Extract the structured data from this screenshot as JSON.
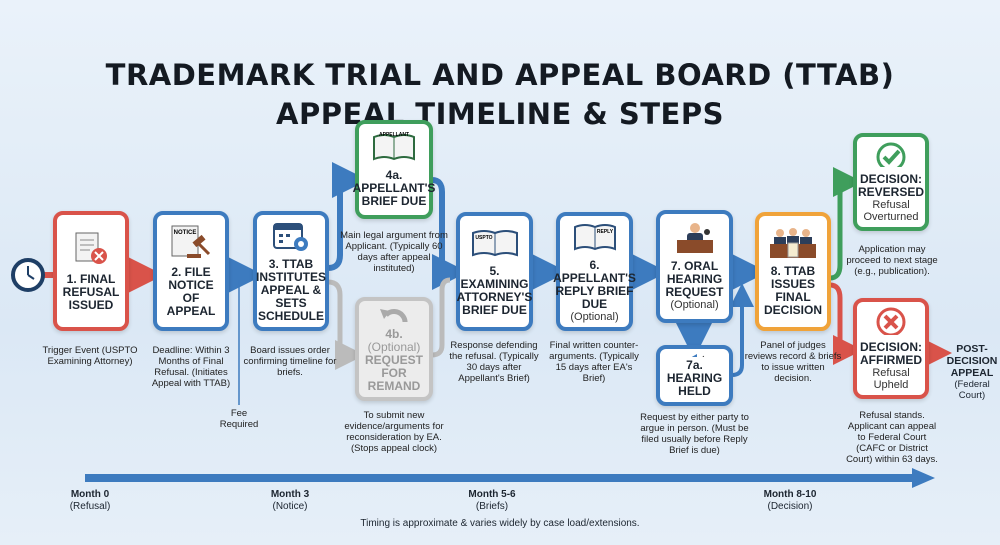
{
  "title": {
    "line1": "TRADEMARK TRIAL AND APPEAL BOARD (TTAB)",
    "line2": "APPEAL TIMELINE & STEPS"
  },
  "steps": {
    "s1": {
      "label": "1. FINAL REFUSAL ISSUED",
      "desc": "Trigger Event (USPTO Examining Attorney)"
    },
    "s2": {
      "label": "2. FILE NOTICE OF APPEAL",
      "icon_text": "NOTICE",
      "desc": "Deadline: Within 3 Months of Final Refusal. (Initiates Appeal with TTAB)"
    },
    "fee": "Fee Required",
    "s3": {
      "label": "3. TTAB INSTITUTES APPEAL & SETS SCHEDULE",
      "desc": "Board issues order confirming timeline for briefs."
    },
    "s4a": {
      "label": "4a. APPELLANT'S BRIEF DUE",
      "icon_text": "APPELLANT",
      "desc": "Main legal argument from Applicant. (Typically 60 days after appeal instituted)"
    },
    "s4b": {
      "num": "4b.",
      "optional": "(Optional)",
      "label": "REQUEST FOR REMAND",
      "desc": "To submit new evidence/arguments for reconsideration by EA. (Stops appeal clock)"
    },
    "s5": {
      "label": "5. EXAMINING ATTORNEY'S BRIEF DUE",
      "icon_text": "USPTO",
      "desc": "Response defending the refusal. (Typically 30 days after Appellant's Brief)"
    },
    "s6": {
      "label": "6. APPELLANT'S REPLY BRIEF DUE",
      "sub": "(Optional)",
      "icon_text": "REPLY",
      "desc": "Final written counter-arguments. (Typically 15 days after EA's Brief)"
    },
    "s7": {
      "label": "7. ORAL HEARING REQUEST",
      "sub": "(Optional)"
    },
    "s7a": {
      "label": "7a. HEARING HELD",
      "desc": "Request by either party to argue in person. (Must be filed usually before Reply Brief is due)"
    },
    "s8": {
      "label": "8. TTAB ISSUES FINAL DECISION",
      "desc": "Panel of judges reviews record & briefs to issue written decision."
    },
    "rev": {
      "label": "DECISION: REVERSED",
      "sub": "Refusal Overturned",
      "desc": "Application may proceed to next stage (e.g., publication)."
    },
    "aff": {
      "label": "DECISION: AFFIRMED",
      "sub": "Refusal Upheld",
      "desc": "Refusal stands. Applicant can appeal to Federal Court (CAFC or District Court) within 63 days."
    },
    "post": {
      "label": "POST-DECISION APPEAL",
      "sub": "(Federal Court)"
    }
  },
  "timeline": [
    {
      "month": "Month 0",
      "note": "(Refusal)"
    },
    {
      "month": "Month 3",
      "note": "(Notice)"
    },
    {
      "month": "Month 5-6",
      "note": "(Briefs)"
    },
    {
      "month": "Month 8-10",
      "note": "(Decision)"
    }
  ],
  "footer": "Timing is approximate & varies widely by case load/extensions.",
  "colors": {
    "blue": "#3d7bbf",
    "red": "#d9534a",
    "green": "#3f9e5c",
    "orange": "#f0a33a",
    "gray": "#c4c4c4"
  }
}
